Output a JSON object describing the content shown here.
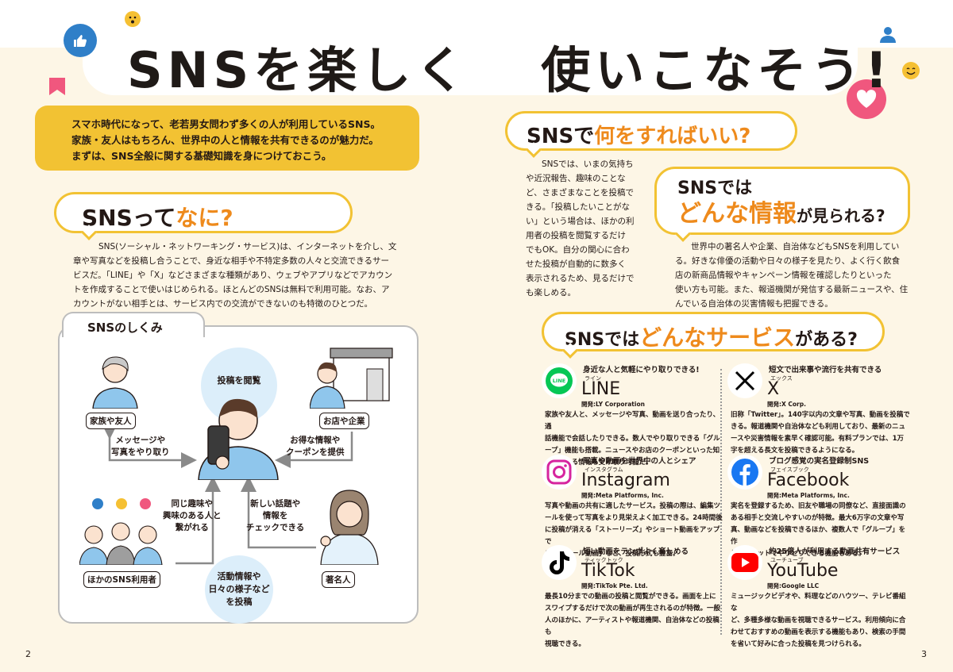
{
  "title": {
    "part1": "SNSを楽しく",
    "part2": "使いこなそう!"
  },
  "intro": {
    "line1": "スマホ時代になって、老若男女問わず多くの人が利用しているSNS。",
    "line2": "家族・友人はもちろん、世界中の人と情報を共有できるのが魅力だ。",
    "line3": "まずは、SNS全般に関する基礎知識を身につけておこう。"
  },
  "what": {
    "h_black": "SNSって",
    "h_orange": "なに?",
    "lines": [
      "SNS(ソーシャル・ネットワーキング・サービス)は、インターネットを介し、文",
      "章や写真などを投稿し合うことで、身近な相手や不特定多数の人々と交流できるサー",
      "ビスだ。「LINE」や「X」などさまざまな種類があり、ウェブやアプリなどでアカウン",
      "トを作成することで使いはじめられる。ほとんどのSNSは無料で利用可能。なお、ア",
      "カウントがない相手とは、サービス内での交流ができないのも特徴のひとつだ。"
    ]
  },
  "diagram": {
    "tab": "SNSのしくみ",
    "center": "投稿を閲覧",
    "family": "家族や友人",
    "shop": "お店や企業",
    "arrow_left": [
      "メッセージや",
      "写真をやり取り"
    ],
    "arrow_right": [
      "お得な情報や",
      "クーポンを提供"
    ],
    "same_interest": [
      "同じ趣味や",
      "興味のある人と",
      "繋がれる"
    ],
    "new_topics": [
      "新しい話題や",
      "情報を",
      "チェックできる"
    ],
    "other_users": "ほかのSNS利用者",
    "celebrity": "著名人",
    "bottom": [
      "活動情報や",
      "日々の様子など",
      "を投稿"
    ]
  },
  "todo": {
    "h_black": "SNSで",
    "h_orange": "何をすればいい?",
    "lines": [
      "SNSでは、いまの気持ち",
      "や近況報告、趣味のことな",
      "ど、さまざまなことを投稿で",
      "きる。「投稿したいことがな",
      "い」という場合は、ほかの利",
      "用者の投稿を閲覧するだけ",
      "でもOK。自分の関心に合わ",
      "せた投稿が自動的に数多く",
      "表示されるため、見るだけで",
      "も楽しめる。"
    ]
  },
  "info": {
    "h1_black": "SNSでは",
    "h2_orange": "どんな情報",
    "h2_black": "が見られる?",
    "lines": [
      "世界中の著名人や企業、自治体などもSNSを利用してい",
      "る。好きな俳優の活動や日々の様子を見たり、よく行く飲食",
      "店の新商品情報やキャンペーン情報を確認したりといった",
      "使い方も可能。また、報道機関が発信する最新ニュースや、住",
      "んでいる自治体の災害情報も把握できる。"
    ]
  },
  "services": {
    "h_black1": "SNSでは",
    "h_orange": "どんなサービス",
    "h_black2": "がある?",
    "items": [
      {
        "head": "身近な人と気軽にやり取りできる!",
        "ruby": "ライン",
        "name": "LINE",
        "dev": "開発:LY Corporation",
        "desc": [
          "家族や友人と、メッセージや写真、動画を送り合ったり、通",
          "話機能で会話したりできる。数人でやり取りできる「グル",
          "ープ」機能も搭載。ニュースやお店のクーポンといった知",
          "って得する情報も受け取り可能だ。"
        ],
        "icon": "line-icon",
        "color": "#06c755"
      },
      {
        "head": "短文で出来事や流行を共有できる",
        "ruby": "エックス",
        "name": "X",
        "dev": "開発:X Corp.",
        "desc": [
          "旧称「Twitter」。140字以内の文章や写真、動画を投稿で",
          "きる。報道機関や自治体なども利用しており、最新のニュ",
          "ースや災害情報を素早く確認可能。有料プランでは、1万",
          "字を超える長文を投稿できるようになる。"
        ],
        "icon": "x-icon",
        "color": "#000000"
      },
      {
        "head": "写真や動画を世界中の人とシェア",
        "ruby": "インスタグラム",
        "name": "Instagram",
        "dev": "開発:Meta Platforms, Inc.",
        "desc": [
          "写真や動画の共有に適したサービス。投稿の際は、編集ツ",
          "ールを使って写真をより見栄えよく加工できる。24時間後",
          "に投稿が消える「ストーリーズ」やショート動画をアップで",
          "きる「リール動画」など、投稿形式も豊富。"
        ],
        "icon": "instagram-icon",
        "color": "#d6249f"
      },
      {
        "head": "ブログ感覚の実名登録制SNS",
        "ruby": "フェイスブック",
        "name": "Facebook",
        "dev": "開発:Meta Platforms, Inc.",
        "desc": [
          "実名を登録するため、旧友や職場の同僚など、直接面識の",
          "ある相手と交流しやすいのが特徴。最大6万字の文章や写",
          "真、動画などを投稿できるほか、複数人で「グループ」を作",
          "り、チャットでやりとりできる機能もある。"
        ],
        "icon": "facebook-icon",
        "color": "#1877f2"
      },
      {
        "head": "短い動画をテンポよく楽しめる",
        "ruby": "ティックトック",
        "name": "TikTok",
        "dev": "開発:TikTok Pte. Ltd.",
        "desc": [
          "最長10分までの動画の投稿と閲覧ができる。画面を上に",
          "スワイプするだけで次の動画が再生されるのが特徴。一般",
          "人のほかに、アーティストや報道機関、自治体などの投稿も",
          "視聴できる。"
        ],
        "icon": "tiktok-icon",
        "color": "#000000"
      },
      {
        "head": "約25億人が利用する動画共有サービス",
        "ruby": "ユーチューブ",
        "name": "YouTube",
        "dev": "開発:Google LLC",
        "desc": [
          "ミュージックビデオや、料理などのハウツー、テレビ番組な",
          "ど、多種多様な動画を視聴できるサービス。利用傾向に合",
          "わせておすすめの動画を表示する機能もあり、検索の手間",
          "を省いて好みに合った投稿を見つけられる。"
        ],
        "icon": "youtube-icon",
        "color": "#ff0000"
      }
    ]
  },
  "pages": {
    "left": "2",
    "right": "3"
  },
  "colors": {
    "accent": "#f2c233",
    "orange": "#ee8a1c",
    "bg": "#fdf6e6",
    "pink": "#f0577e",
    "blue": "#2f7fc8"
  }
}
